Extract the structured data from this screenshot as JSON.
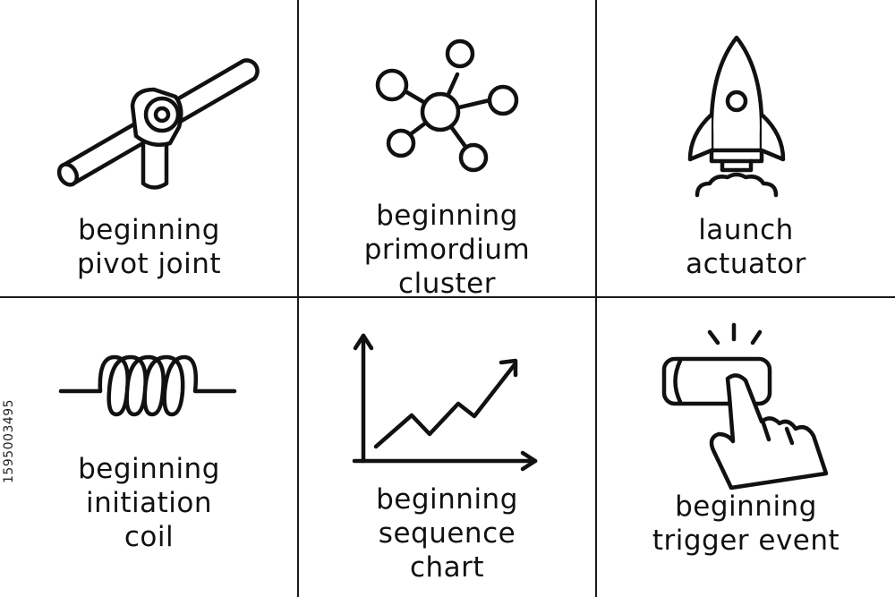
{
  "cells": [
    {
      "icon": "pivot-joint-icon",
      "lines": [
        "beginning",
        "pivot joint"
      ]
    },
    {
      "icon": "molecule-cluster-icon",
      "lines": [
        "beginning",
        "primordium",
        "cluster"
      ]
    },
    {
      "icon": "rocket-icon",
      "lines": [
        "launch",
        "actuator"
      ]
    },
    {
      "icon": "coil-icon",
      "lines": [
        "beginning",
        "initiation",
        "coil"
      ]
    },
    {
      "icon": "line-chart-icon",
      "lines": [
        "beginning",
        "sequence",
        "chart"
      ]
    },
    {
      "icon": "press-button-icon",
      "lines": [
        "beginning",
        "trigger event"
      ]
    }
  ],
  "stock_id": "1595003495",
  "colors": {
    "ink": "#111111",
    "background": "#ffffff",
    "grid": "#1a1a1a"
  }
}
